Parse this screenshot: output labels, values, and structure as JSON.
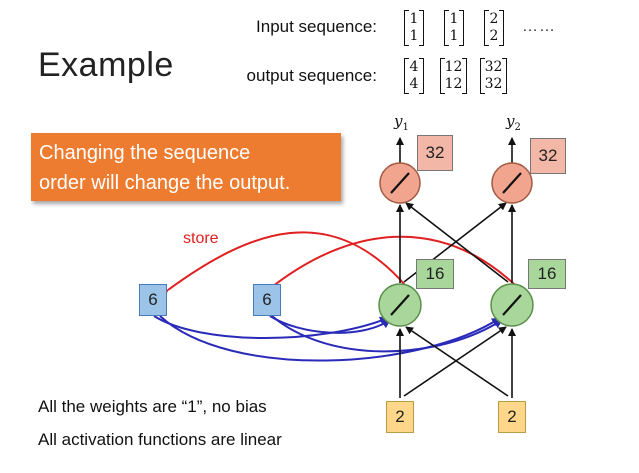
{
  "title": "Example",
  "input_label": "Input sequence:",
  "output_label": "output sequence:",
  "ellipsis": "……",
  "input_vectors": [
    [
      "1",
      "1"
    ],
    [
      "1",
      "1"
    ],
    [
      "2",
      "2"
    ]
  ],
  "output_vectors": [
    [
      "4",
      "4"
    ],
    [
      "12",
      "12"
    ],
    [
      "32",
      "32"
    ]
  ],
  "callout": {
    "line1": "Changing the sequence",
    "line2": "order will change the output."
  },
  "outputs": {
    "y1": "y",
    "y1_sub": "1",
    "y2": "y",
    "y2_sub": "2",
    "values": [
      "32",
      "32"
    ]
  },
  "hidden_values": [
    "16",
    "16"
  ],
  "memory_values": [
    "6",
    "6"
  ],
  "input_values": [
    "2",
    "2"
  ],
  "store_label": "store",
  "notes": {
    "weights": "All the weights are “1”, no bias",
    "activation": "All activation functions are linear"
  },
  "colors": {
    "callout": "#ee7c30",
    "output_neuron": "#f2a58e",
    "hidden_neuron": "#a9d69a",
    "memory_cell": "#9cc3e8",
    "input_cell": "#ffd78a",
    "store_arrow": "#e02020",
    "memory_arrow": "#2a2ab8"
  }
}
